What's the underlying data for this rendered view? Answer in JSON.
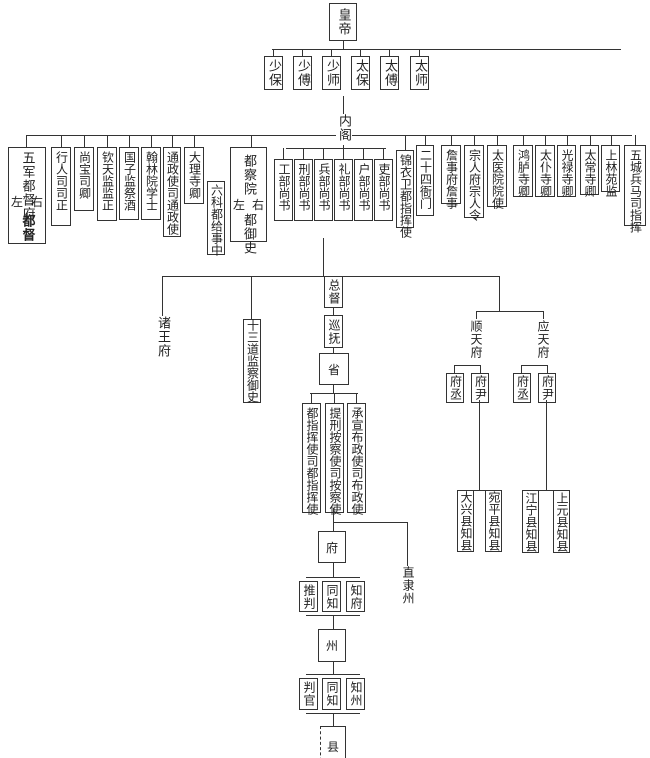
{
  "chart_data": {
    "type": "org-chart",
    "root": "皇帝",
    "advisors": [
      "少保",
      "少傅",
      "少师",
      "太保",
      "太傅",
      "太师"
    ],
    "cabinet": "内阁",
    "central_offices": [
      "五军都督府",
      "行人司司正",
      "尚宝司卿",
      "钦天监监正",
      "国子监祭酒",
      "翰林院学士",
      "通政使司通政使",
      "大理寺卿",
      "六科都给事中",
      "都察院",
      "锦衣卫都指挥使",
      "二十四衙门",
      "詹事府詹事",
      "宗人府宗人令",
      "太医院院使",
      "鸿胪寺卿",
      "太仆寺卿",
      "光禄寺卿",
      "太常寺卿",
      "上林苑监",
      "五城兵马司指挥"
    ],
    "six_ministries": [
      "工部尚书",
      "刑部尚书",
      "兵部尚书",
      "礼部尚书",
      "户部尚书",
      "吏部尚书"
    ],
    "local": {
      "branches": [
        "诸王府",
        "十三道监察御史",
        "总督",
        "顺天府",
        "应天府"
      ],
      "chain": [
        "总督",
        "巡抚",
        "省",
        "府",
        "州",
        "县"
      ]
    }
  },
  "labels": {
    "emperor": "皇帝",
    "advisors": [
      "少保",
      "少傅",
      "少师",
      "太保",
      "太傅",
      "太师"
    ],
    "cabinet": "内阁",
    "wujun": {
      "title": "五军都督府",
      "left": "左",
      "right": "右",
      "sub": "都督"
    },
    "duchayuan": {
      "title": "都察院",
      "left": "左",
      "right": "右",
      "sub": "都御史"
    },
    "left_offices": [
      "行人司司正",
      "尚宝司卿",
      "钦天监监正",
      "国子监祭酒",
      "翰林院学士",
      "通政使司通政使",
      "大理寺卿"
    ],
    "liuke": "六科都给事中",
    "ministries": [
      "工部尚书",
      "刑部尚书",
      "兵部尚书",
      "礼部尚书",
      "户部尚书",
      "吏部尚书"
    ],
    "right_offices": [
      "锦衣卫都指挥使",
      "二十四衙门",
      "詹事府詹事",
      "宗人府宗人令",
      "太医院院使",
      "鸿胪寺卿",
      "太仆寺卿",
      "光禄寺卿",
      "太常寺卿",
      "上林苑监",
      "五城兵马司指挥"
    ],
    "zhuwangfu": "诸王府",
    "shisandao": "十三道监察御史",
    "zongdu": "总督",
    "xunfu": "巡抚",
    "sheng": "省",
    "three_si": [
      "都指挥使司都指挥使",
      "提刑按察使司按察使",
      "承宣布政使司布政使"
    ],
    "fu": "府",
    "zhilizhou": "直隶州",
    "fu_officials": [
      "推判",
      "同知",
      "知府"
    ],
    "zhou": "州",
    "zhou_officials": [
      "判官",
      "同知",
      "知州"
    ],
    "xian": "县",
    "shuntian": "顺天府",
    "yingtian": "应天府",
    "shuntian_officials": [
      "府丞",
      "府尹"
    ],
    "yingtian_officials": [
      "府丞",
      "府尹"
    ],
    "shuntian_counties": [
      "大兴县知县",
      "宛平县知县"
    ],
    "yingtian_counties": [
      "江宁县知县",
      "上元县知县"
    ]
  }
}
